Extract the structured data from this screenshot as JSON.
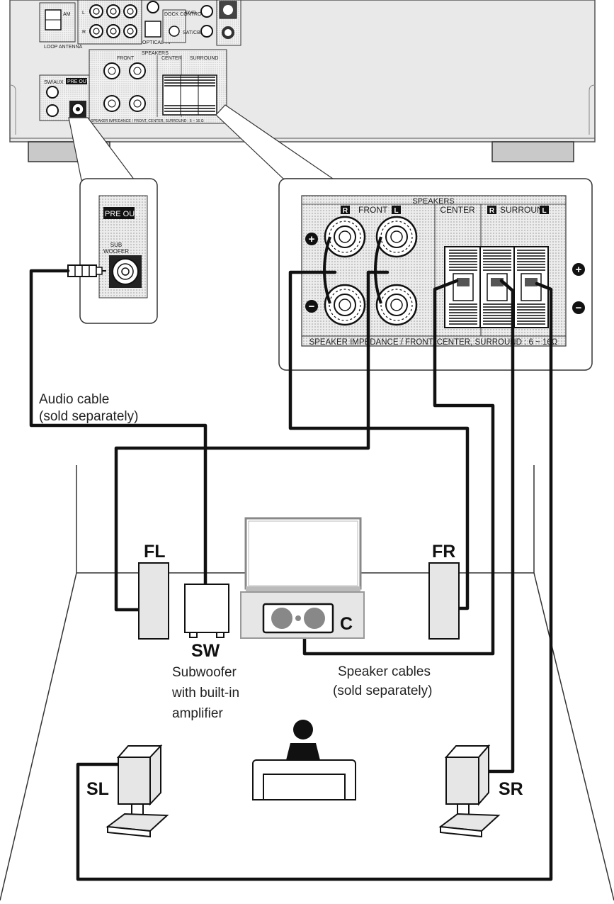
{
  "receiver": {
    "top_panel": {
      "am_label": "AM",
      "loop_antenna_label": "LOOP ANTENNA",
      "dock_control_label": "DOCK CONTROL",
      "dvd_label": "DVD",
      "sat_cbl_label": "SAT/CBL",
      "optical_tv_label": "OPTICAL TV",
      "channel_l": "L",
      "channel_r": "R"
    },
    "small_speakers": {
      "header": "SPEAKERS",
      "front": "FRONT",
      "center": "CENTER",
      "surround": "SURROUND",
      "impedance": "SPEAKER IMPEDANCE / FRONT, CENTER, SURROUND : 6 ~ 16 Ω"
    },
    "small_preout": {
      "subwoofer_label": "SW/AUX",
      "pre_out_label": "PRE OUT"
    }
  },
  "zoom_preout": {
    "pre_out_label": "PRE OUT",
    "sub_line1": "SUB",
    "sub_line2": "WOOFER"
  },
  "zoom_speakers": {
    "header": "SPEAKERS",
    "front_r_badge": "R",
    "front_label": "FRONT",
    "front_l_badge": "L",
    "center_label": "CENTER",
    "surround_r_badge": "R",
    "surround_label": "SURROUND",
    "surround_l_badge": "L",
    "impedance_text": "SPEAKER IMPEDANCE / FRONT, CENTER, SURROUND : 6 ~ 16Ω"
  },
  "captions": {
    "audio_cable_line1": "Audio cable",
    "audio_cable_line2": "(sold separately)",
    "subwoofer_line1": "Subwoofer",
    "subwoofer_line2": "with built-in",
    "subwoofer_line3": "amplifier",
    "speaker_cables_line1": "Speaker cables",
    "speaker_cables_line2": "(sold separately)"
  },
  "speaker_labels": {
    "front_left": "FL",
    "front_right": "FR",
    "subwoofer": "SW",
    "center": "C",
    "surround_left": "SL",
    "surround_right": "SR"
  },
  "terminal_signs": {
    "plus": "+",
    "minus": "−"
  },
  "colors": {
    "speaker_fill": "#e6e6e6",
    "receiver_fill": "#e9e9e9",
    "panel_dotted": "#d8d8d8",
    "cable": "#111111",
    "tv_gray": "#a6a6a6"
  }
}
